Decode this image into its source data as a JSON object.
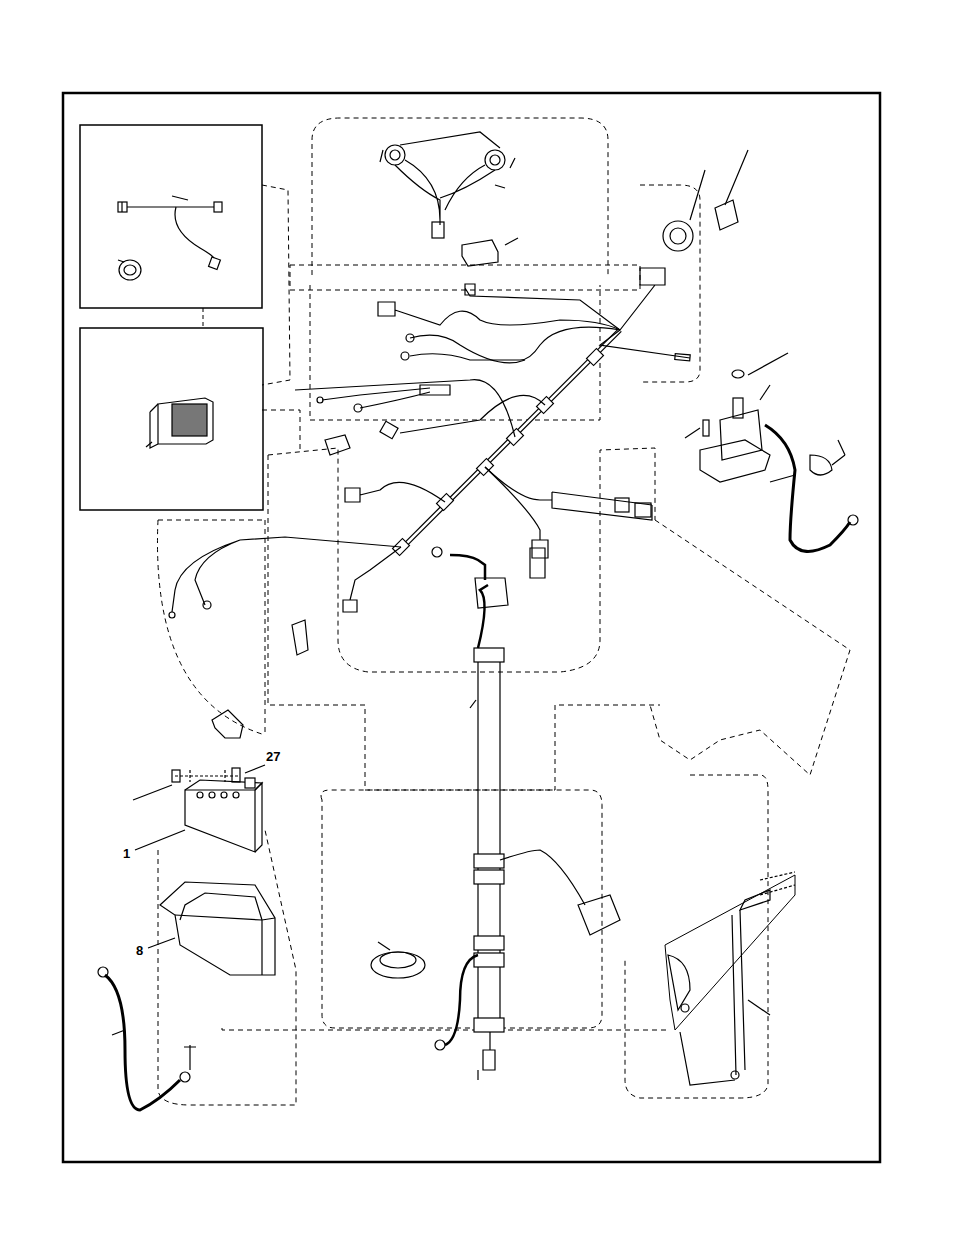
{
  "diagram": {
    "labels": [
      "27",
      "1",
      "8"
    ]
  }
}
